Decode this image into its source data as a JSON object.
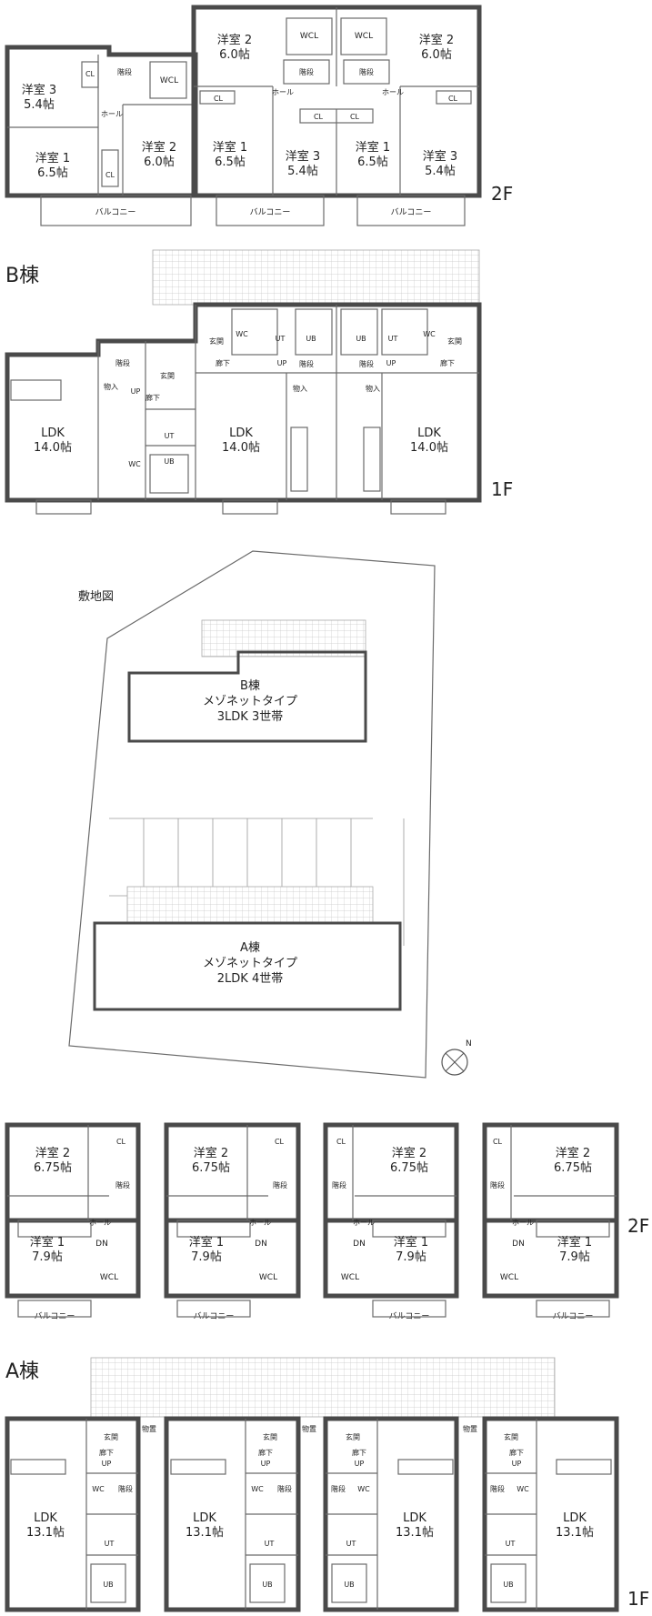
{
  "b_building": {
    "title": "B棟",
    "floor_2f": "2F",
    "floor_1f": "1F",
    "rooms_2f": [
      {
        "name": "洋室 3",
        "size": "5.4帖"
      },
      {
        "name": "洋室 1",
        "size": "6.5帖"
      },
      {
        "name": "洋室 2",
        "size": "6.0帖"
      },
      {
        "name": "洋室 2",
        "size": "6.0帖"
      },
      {
        "name": "洋室 1",
        "size": "6.5帖"
      },
      {
        "name": "洋室 3",
        "size": "5.4帖"
      },
      {
        "name": "洋室 2",
        "size": "6.0帖"
      },
      {
        "name": "洋室 1",
        "size": "6.5帖"
      },
      {
        "name": "洋室 3",
        "size": "5.4帖"
      }
    ],
    "balcony": "バルコニー",
    "ldk_1f": [
      {
        "name": "LDK",
        "size": "14.0帖"
      },
      {
        "name": "LDK",
        "size": "14.0帖"
      },
      {
        "name": "LDK",
        "size": "14.0帖"
      }
    ],
    "labels": {
      "wcl": "WCL",
      "cl": "CL",
      "stairs": "階段",
      "hall": "ホール",
      "entrance": "玄関",
      "corridor": "廊下",
      "storage": "物入",
      "wc": "WC",
      "ut": "UT",
      "ub": "UB",
      "up": "UP"
    }
  },
  "site": {
    "title": "敷地図",
    "north": "N",
    "b_label": [
      "B棟",
      "メゾネットタイプ",
      "3LDK 3世帯"
    ],
    "a_label": [
      "A棟",
      "メゾネットタイプ",
      "2LDK 4世帯"
    ]
  },
  "a_building": {
    "title": "A棟",
    "floor_2f": "2F",
    "floor_1f": "1F",
    "rooms_2f": [
      {
        "r2": "洋室 2",
        "s2": "6.75帖",
        "r1": "洋室 1",
        "s1": "7.9帖"
      },
      {
        "r2": "洋室 2",
        "s2": "6.75帖",
        "r1": "洋室 1",
        "s1": "7.9帖"
      },
      {
        "r2": "洋室 2",
        "s2": "6.75帖",
        "r1": "洋室 1",
        "s1": "7.9帖"
      },
      {
        "r2": "洋室 2",
        "s2": "6.75帖",
        "r1": "洋室 1",
        "s1": "7.9帖"
      }
    ],
    "balcony": "バルコニー",
    "ldk_1f": [
      {
        "name": "LDK",
        "size": "13.1帖"
      },
      {
        "name": "LDK",
        "size": "13.1帖"
      },
      {
        "name": "LDK",
        "size": "13.1帖"
      },
      {
        "name": "LDK",
        "size": "13.1帖"
      }
    ],
    "labels": {
      "wcl": "WCL",
      "cl": "CL",
      "stairs": "階段",
      "hall": "ホール",
      "dn": "DN",
      "entrance": "玄関",
      "corridor": "廊下",
      "storage": "物置",
      "wc": "WC",
      "ut": "UT",
      "ub": "UB",
      "up": "UP"
    }
  }
}
